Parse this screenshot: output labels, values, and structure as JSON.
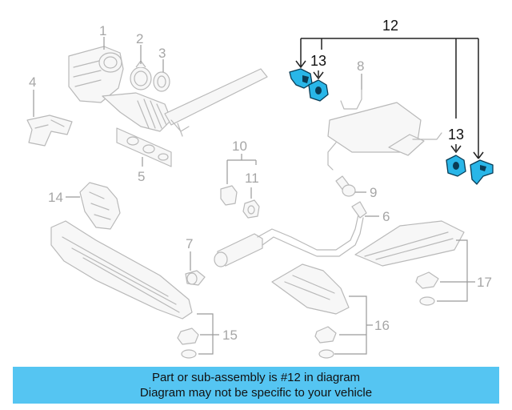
{
  "callouts": {
    "n1": "1",
    "n2": "2",
    "n3": "3",
    "n4": "4",
    "n5": "5",
    "n6": "6",
    "n7": "7",
    "n8": "8",
    "n9": "9",
    "n10": "10",
    "n11": "11",
    "n12": "12",
    "n13a": "13",
    "n13b": "13",
    "n14": "14",
    "n15": "15",
    "n16": "16",
    "n17": "17"
  },
  "highlighted_part": "12",
  "colors": {
    "highlight": "#29b6e8",
    "highlight_outline": "#0a3c55",
    "banner": "#55c5f2"
  },
  "banner": {
    "line1": "Part or sub-assembly is #12 in diagram",
    "line2": "Diagram may not be specific to your vehicle"
  }
}
